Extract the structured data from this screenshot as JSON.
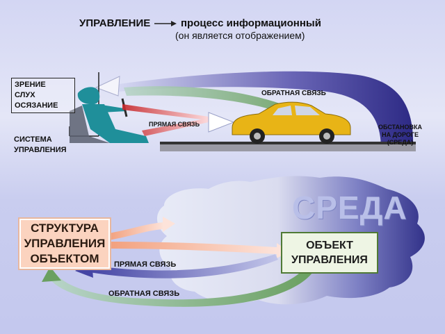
{
  "top": {
    "heading_left": "УПРАВЛЕНИЕ",
    "heading_right": "процесс информационный",
    "heading_sub": "(он является отображением)",
    "senses": [
      "ЗРЕНИЕ",
      "СЛУХ",
      "ОСЯЗАНИЕ"
    ],
    "control_system": [
      "СИСТЕМА",
      "УПРАВЛЕНИЯ"
    ],
    "feedback": "ОБРАТНАЯ СВЯЗЬ",
    "direct": "ПРЯМАЯ СВЯЗЬ",
    "road": [
      "ОБСТАНОВКА",
      "НА ДОРОГЕ",
      "(СРЕДА)"
    ]
  },
  "bottom": {
    "environment": "СРЕДА",
    "structure": [
      "СТРУКТУРА",
      "УПРАВЛЕНИЯ",
      "ОБЪЕКТОМ"
    ],
    "object": [
      "ОБЪЕКТ",
      "УПРАВЛЕНИЯ"
    ],
    "direct": "ПРЯМАЯ СВЯЗЬ",
    "feedback": "ОБРАТНАЯ СВЯЗЬ"
  },
  "colors": {
    "car_body": "#e8b416",
    "feedback_arc": "#3d3a8f",
    "feedback_green": "#4b7d4c",
    "direct_red": "#d63b3b",
    "driver": "#1f8f9a"
  }
}
